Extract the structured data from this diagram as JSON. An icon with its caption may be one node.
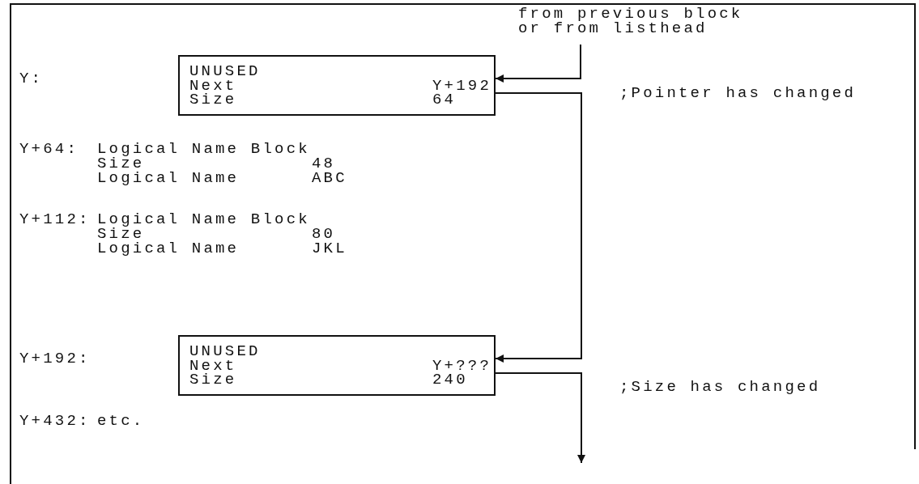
{
  "diagram": {
    "nodes": [
      {
        "text": [
          "from previous block or from listhead"
        ]
      },
      {
        "text": [
          "UNUSED",
          "Next",
          "Y+192",
          "Size",
          "64"
        ]
      },
      {
        "text": [
          "UNUSED",
          "Next",
          "Y+???",
          "Size",
          "240"
        ]
      }
    ],
    "edges": [
      {
        "from": 0,
        "to": 1,
        "arrow": "to"
      },
      {
        "from": 1,
        "to": 2,
        "arrow": "to"
      },
      {
        "from": 2,
        "to": null,
        "arrow": "to"
      }
    ],
    "labels": [
      "Y:",
      ";Pointer has changed",
      "Y+64:",
      "Logical Name Block",
      "Size",
      "48",
      "Logical Name",
      "ABC",
      "Y+112:",
      "Logical Name Block",
      "Size",
      "80",
      "Logical Name",
      "JKL",
      "Y+192:",
      ";Size has changed",
      "Y+432:",
      "etc."
    ]
  }
}
